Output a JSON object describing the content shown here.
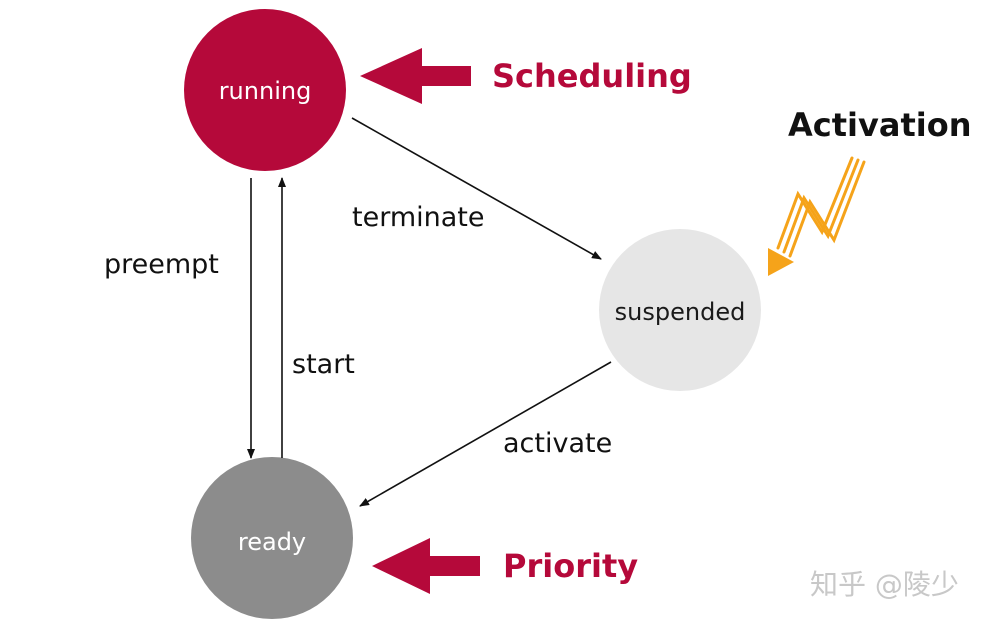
{
  "states": {
    "running": {
      "label": "running",
      "color": "#b5093a"
    },
    "suspended": {
      "label": "suspended",
      "color": "#e6e6e6"
    },
    "ready": {
      "label": "ready",
      "color": "#8c8c8c"
    }
  },
  "transitions": {
    "terminate": "terminate",
    "preempt": "preempt",
    "start": "start",
    "activate": "activate"
  },
  "callouts": {
    "scheduling": {
      "label": "Scheduling",
      "color": "#b5093a"
    },
    "priority": {
      "label": "Priority",
      "color": "#b5093a"
    },
    "activation": {
      "label": "Activation",
      "color": "#111111",
      "bolt_color": "#f5a31a"
    }
  },
  "watermark": "知乎 @陵少"
}
